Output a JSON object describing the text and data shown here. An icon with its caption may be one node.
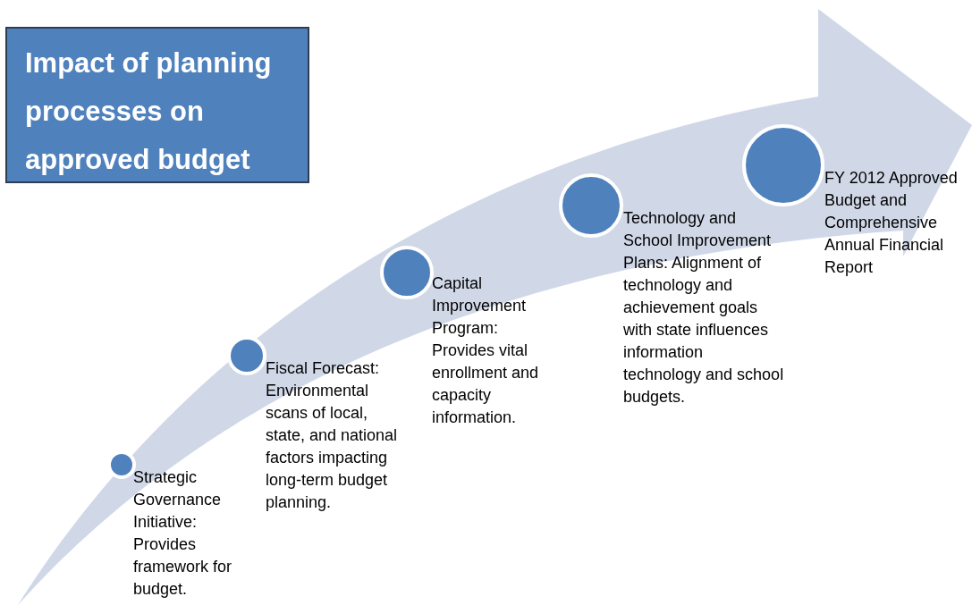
{
  "diagram": {
    "nodes": [
      {
        "text": [
          "Impact of planning processes on approved budget"
        ]
      },
      {
        "text": [],
        "shape": "circle",
        "beside": [
          "Strategic Governance Initiative: Provides framework for budget."
        ]
      },
      {
        "text": [],
        "shape": "circle",
        "beside": [
          "Fiscal Forecast: Environmental scans of local, state, and national factors impacting long-term budget planning."
        ]
      },
      {
        "text": [],
        "shape": "circle",
        "beside": [
          "Capital Improvement Program: Provides vital enrollment and capacity information."
        ]
      },
      {
        "text": [],
        "shape": "circle",
        "beside": [
          "Technology and School Improvement Plans: Alignment of technology and achievement goals with state influences information technology and school budgets."
        ]
      },
      {
        "text": [],
        "shape": "circle",
        "beside": [
          "FY 2012 Approved Budget and Comprehensive Annual Financial Report"
        ]
      }
    ]
  }
}
